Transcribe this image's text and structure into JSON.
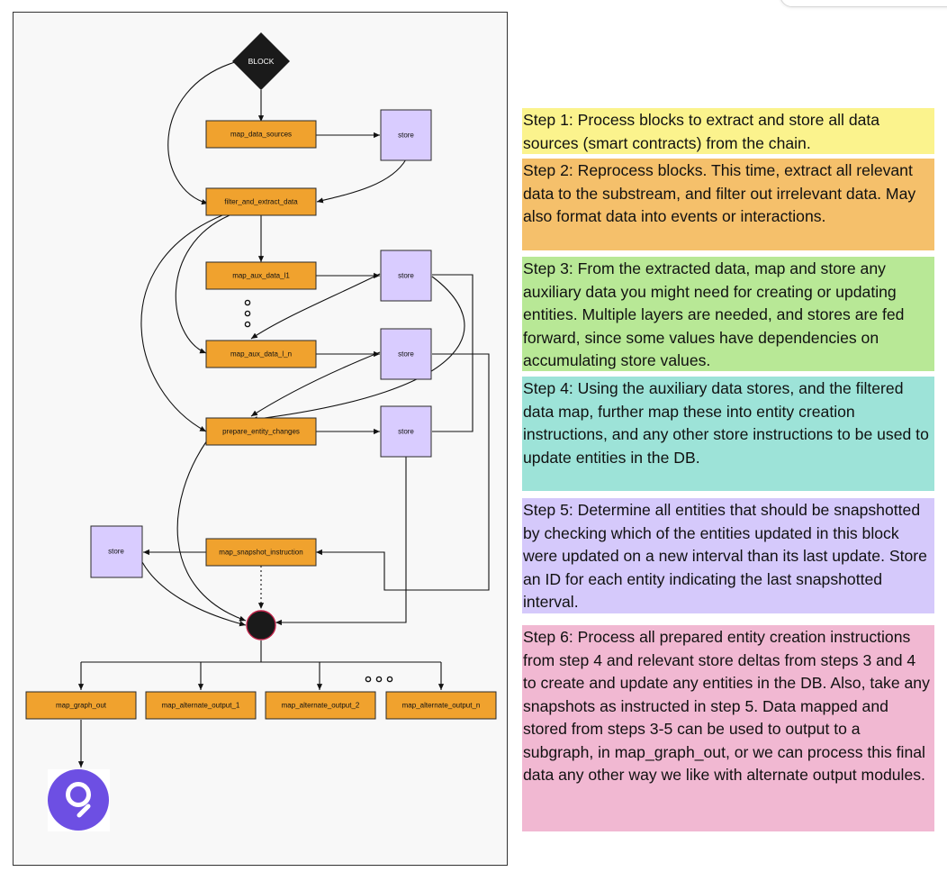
{
  "diagram": {
    "start": {
      "label": "BLOCK"
    },
    "modules": {
      "map_data_sources": "map_data_sources",
      "filter_and_extract_data": "filter_and_extract_data",
      "map_aux_data_l1": "map_aux_data_l1",
      "map_aux_data_l_n": "map_aux_data_l_n",
      "prepare_entity_changes": "prepare_entity_changes",
      "map_snapshot_instruction": "map_snapshot_instruction",
      "map_graph_out": "map_graph_out",
      "map_alternate_output_1": "map_alternate_output_1",
      "map_alternate_output_2": "map_alternate_output_2",
      "map_alternate_output_n": "map_alternate_output_n"
    },
    "store_label": "store",
    "colors": {
      "map_module": "#f0a22e",
      "store": "#d9ccff",
      "start": "#1a1a1a",
      "join_node": "#1a1a1a",
      "join_node_border": "#c0244a",
      "graph_logo": "#6d4fe3"
    },
    "icons": [
      "graph-logo-icon",
      "ellipsis-vertical-icon",
      "ellipsis-horizontal-icon"
    ]
  },
  "steps": [
    {
      "text": "Step 1: Process blocks to extract and store all data sources (smart contracts) from the chain.",
      "color": "#fbf38d"
    },
    {
      "text": "Step 2: Reprocess blocks. This time, extract all relevant data to the substream, and filter out irrelevant data. May also format data into events or interactions.",
      "color": "#f5c06b"
    },
    {
      "text": "Step 3: From the extracted data, map and store any auxiliary data you might need for creating or updating entities. Multiple layers are needed, and stores are fed forward, since some values have dependencies on accumulating store values.",
      "color": "#b8e896"
    },
    {
      "text": "Step 4: Using the auxiliary data stores, and the filtered data map, further map these into entity creation instructions, and any other store instructions to be used to update entities in the DB.",
      "color": "#9de3d8"
    },
    {
      "text": "Step 5: Determine all entities that should be snapshotted by checking which of the entities updated in this block were updated on a new interval than its last update. Store an ID for each entity indicating the last snapshotted interval.",
      "color": "#d5c9fb"
    },
    {
      "text": "Step 6: Process all prepared entity creation instructions from step 4 and relevant store deltas from steps 3 and 4 to create and update any entities in the DB. Also, take any snapshots as instructed in step 5. Data mapped and stored from steps 3-5 can be used to output to a subgraph, in map_graph_out, or we can process this final data any other way we like with alternate output modules.",
      "color": "#f1b8d2"
    }
  ]
}
